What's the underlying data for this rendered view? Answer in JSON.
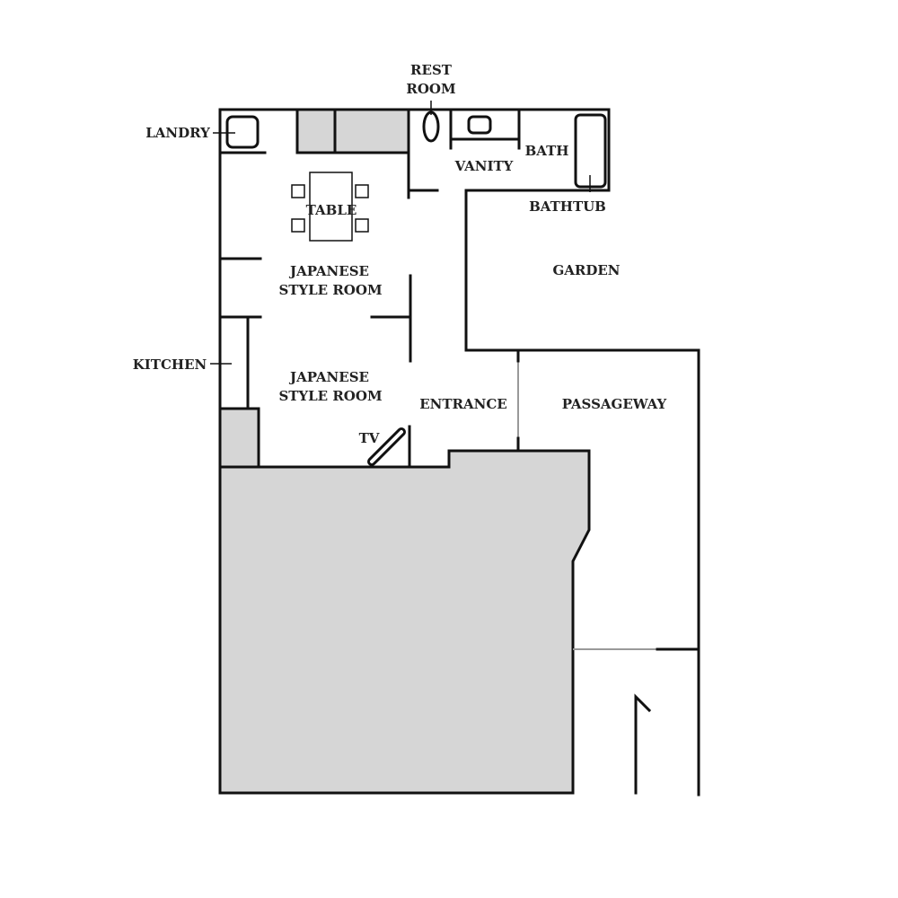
{
  "labels": {
    "rest_room_1": "REST",
    "rest_room_2": "ROOM",
    "landry": "LANDRY",
    "vanity": "VANITY",
    "bath": "BATH",
    "bathtub": "BATHTUB",
    "table": "TABLE",
    "garden": "GARDEN",
    "japanese_room_upper_1": "JAPANESE",
    "japanese_room_upper_2": "STYLE ROOM",
    "japanese_room_lower_1": "JAPANESE",
    "japanese_room_lower_2": "STYLE ROOM",
    "kitchen": "KITCHEN",
    "entrance": "ENTRANCE",
    "passageway": "PASSAGEWAY",
    "tv": "TV"
  },
  "colors": {
    "wall": "#111111",
    "fill": "#d6d6d6",
    "opening": "#999999"
  }
}
